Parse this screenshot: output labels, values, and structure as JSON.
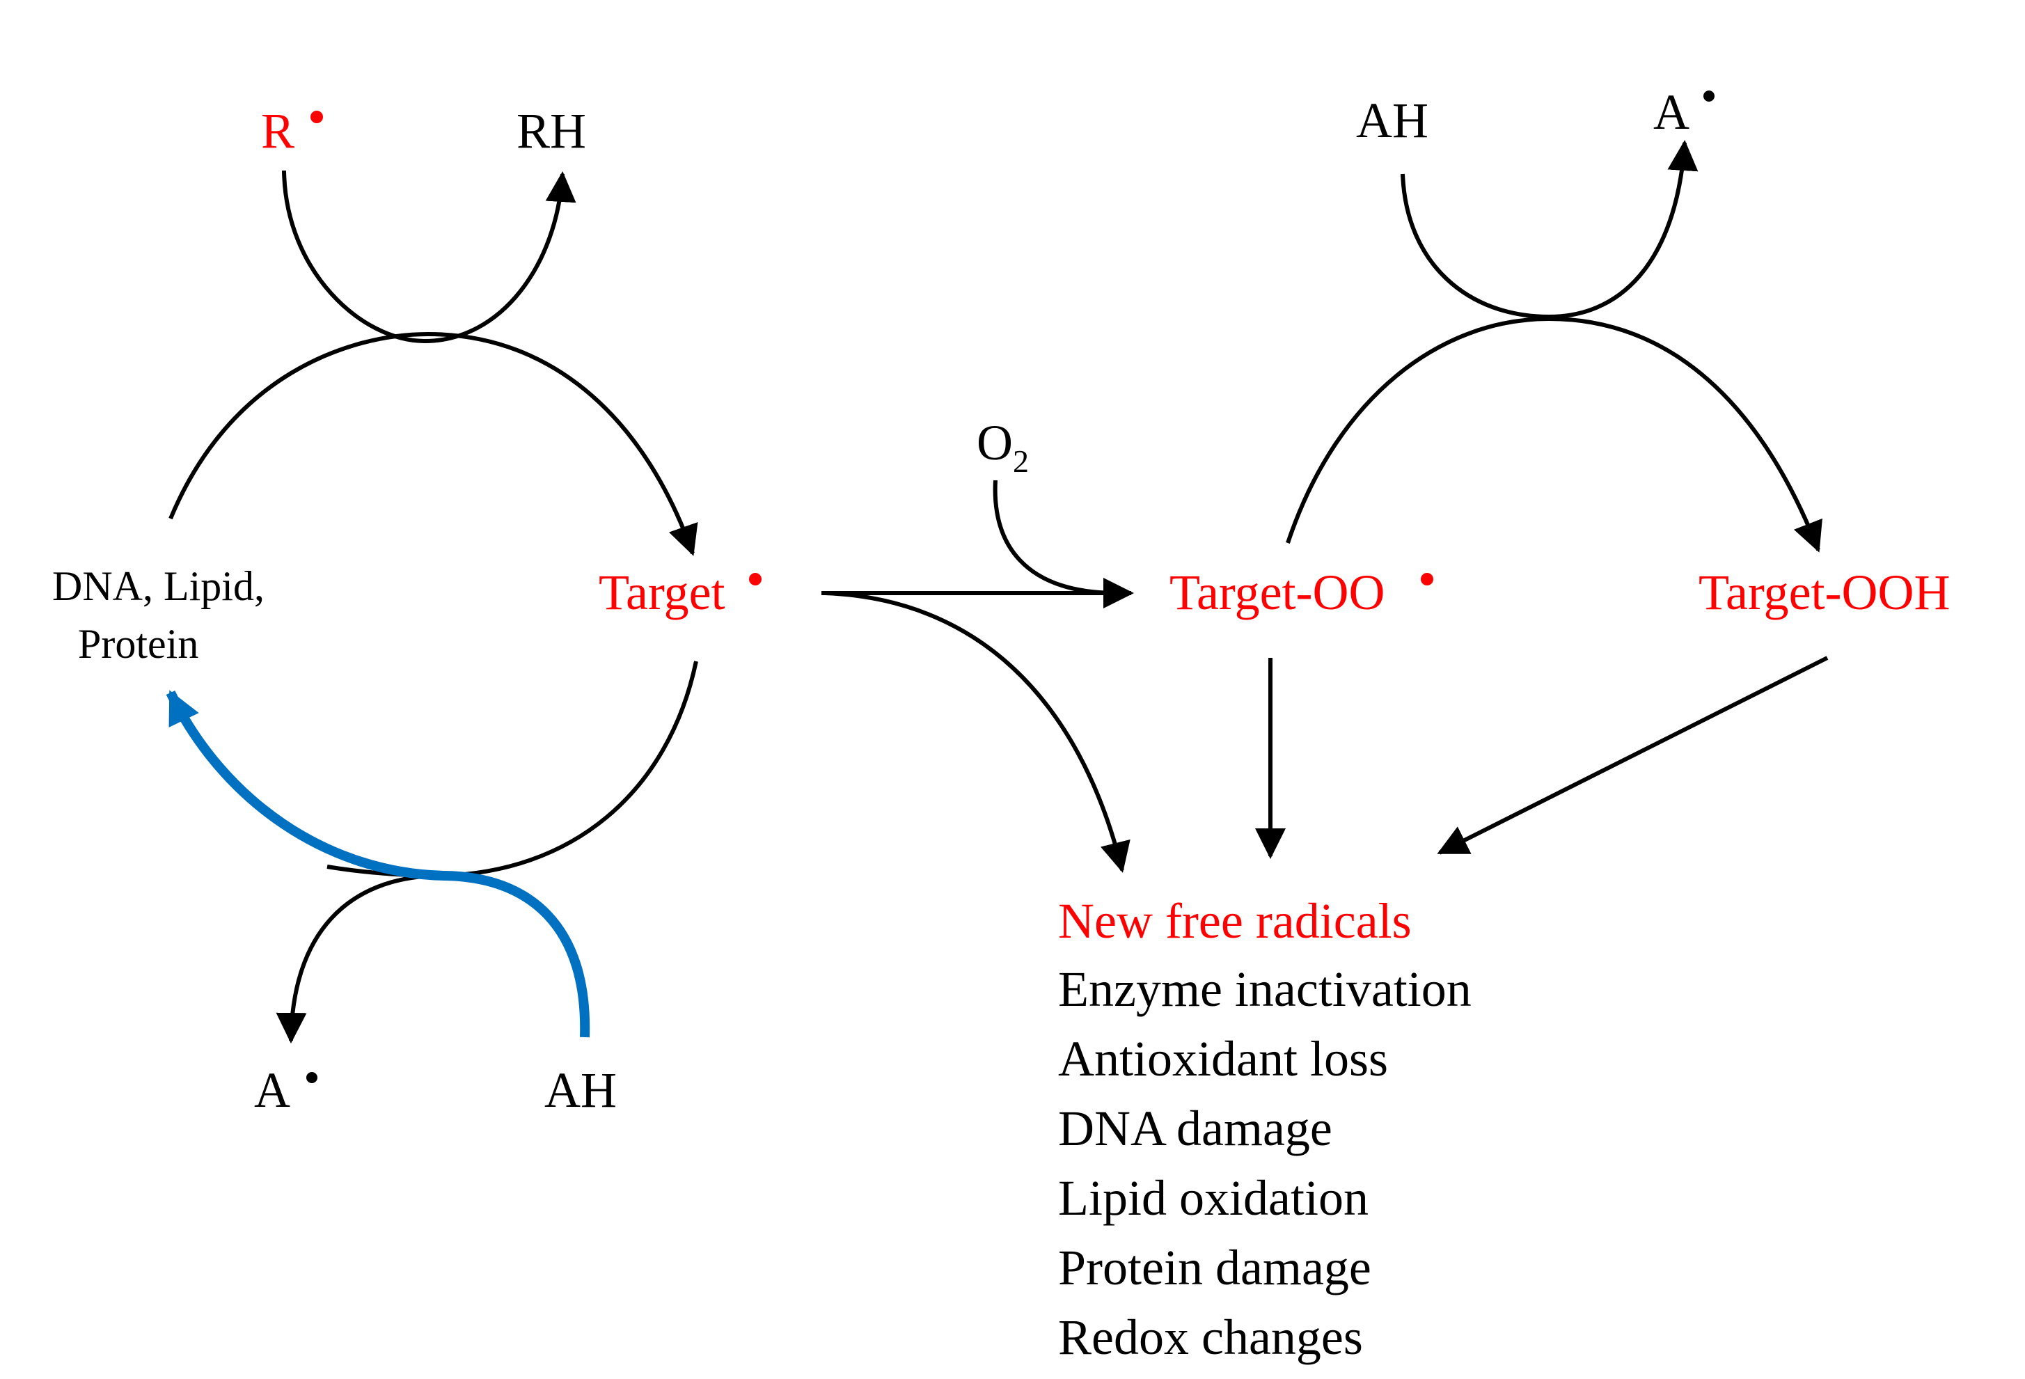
{
  "colors": {
    "red": "#ff0000",
    "black": "#000000",
    "blue": "#0070c0"
  },
  "labels": {
    "r_radical": "R",
    "rh": "RH",
    "ah_top": "AH",
    "a_radical_top": "A",
    "o2": "O",
    "o2_sub": "2",
    "substrate_line1": "DNA, Lipid,",
    "substrate_line2": "Protein",
    "target_radical": "Target",
    "target_oo": "Target-OO",
    "target_ooh": "Target-OOH",
    "a_radical_bottom": "A",
    "ah_bottom": "AH"
  },
  "outcomes": {
    "new_radicals": "New free radicals",
    "items": [
      "Enzyme inactivation",
      "Antioxidant loss",
      "DNA damage",
      "Lipid oxidation",
      "Protein damage",
      "Redox changes"
    ]
  }
}
